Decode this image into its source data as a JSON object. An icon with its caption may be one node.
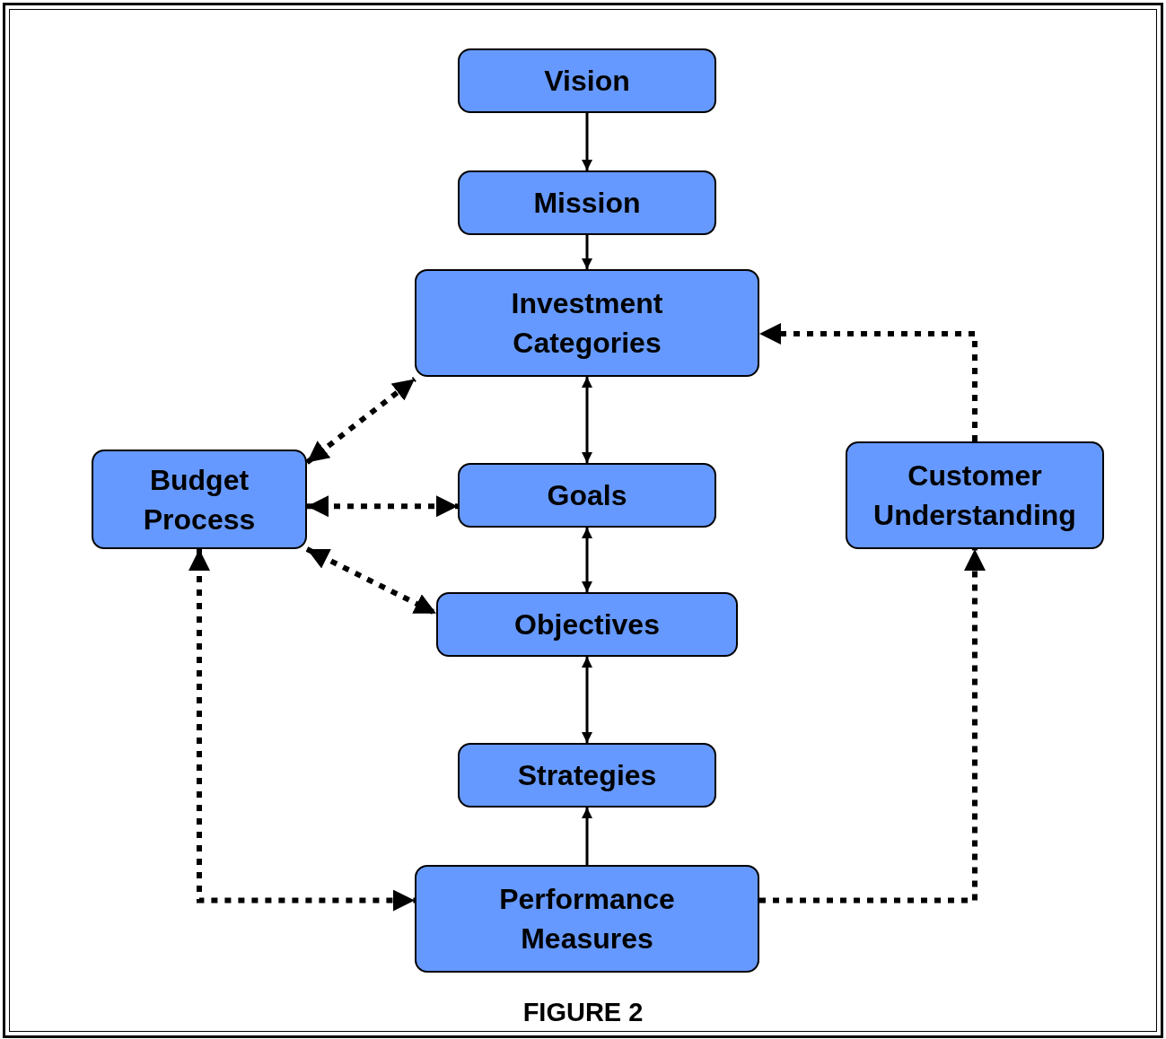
{
  "diagram": {
    "caption": "FIGURE 2",
    "nodes": [
      {
        "text": [
          "Vision"
        ]
      },
      {
        "text": [
          "Mission"
        ]
      },
      {
        "text": [
          "Investment Categories"
        ]
      },
      {
        "text": [
          "Budget Process"
        ]
      },
      {
        "text": [
          "Goals"
        ]
      },
      {
        "text": [
          "Customer Understanding"
        ]
      },
      {
        "text": [
          "Objectives"
        ]
      },
      {
        "text": [
          "Strategies"
        ]
      },
      {
        "text": [
          "Performance Measures"
        ]
      }
    ],
    "edges": [
      {
        "from": 0,
        "to": 1,
        "arrow": "to"
      },
      {
        "from": 1,
        "to": 2,
        "arrow": "to"
      },
      {
        "from": 2,
        "to": 4,
        "arrow": "both"
      },
      {
        "from": 4,
        "to": 6,
        "arrow": "both"
      },
      {
        "from": 6,
        "to": 7,
        "arrow": "both"
      },
      {
        "from": 8,
        "to": 7,
        "arrow": "to"
      },
      {
        "from": 3,
        "to": 2,
        "arrow": "both",
        "style": "dashed"
      },
      {
        "from": 3,
        "to": 4,
        "arrow": "both",
        "style": "dashed"
      },
      {
        "from": 3,
        "to": 6,
        "arrow": "both",
        "style": "dashed"
      },
      {
        "from": 3,
        "to": 8,
        "arrow": "both",
        "style": "dashed"
      },
      {
        "from": 8,
        "to": 5,
        "arrow": "to",
        "style": "dashed"
      },
      {
        "from": 5,
        "to": 2,
        "arrow": "to",
        "style": "dashed"
      }
    ]
  }
}
